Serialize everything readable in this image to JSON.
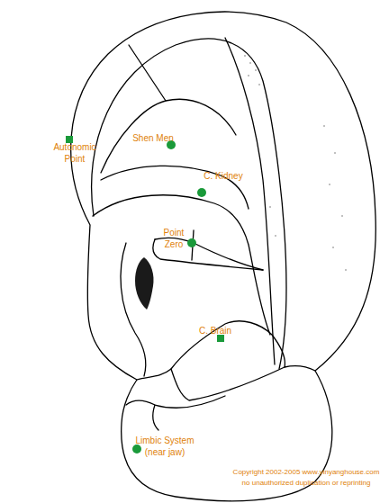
{
  "diagram": {
    "labels": [
      "Autonomic Point",
      "Shen Men",
      "C. Kidney",
      "Point Zero",
      "C. Brain",
      "Limbic System (near jaw)",
      "Copyright 2002-2005 www.yinyanghouse.com no unauthorized duplication or reprinting"
    ]
  }
}
